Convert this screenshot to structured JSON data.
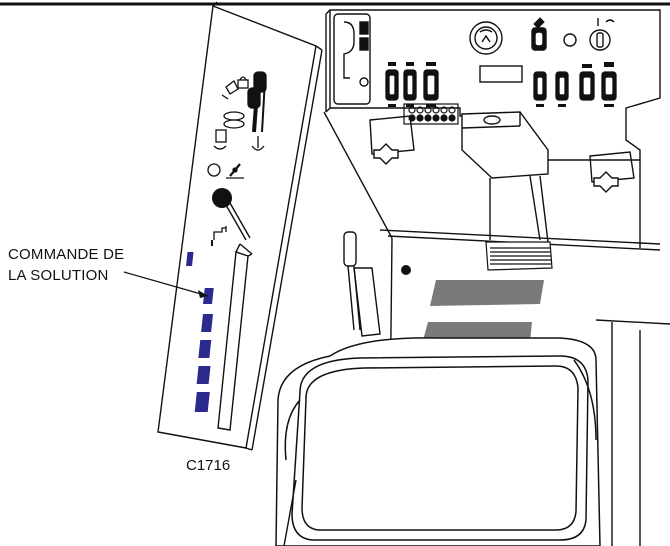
{
  "callout": {
    "line1": "COMMANDE DE",
    "line2": "LA SOLUTION"
  },
  "figure_code": "C1716",
  "colors": {
    "lever_segments": "#2b2b8f",
    "ink": "#111111",
    "pad_gray": "#7a7a7a"
  },
  "icons": [
    "brush-up-icon",
    "brush-down-icon",
    "squeegee-up-icon",
    "squeegee-down-icon",
    "solution-control-icon",
    "hour-meter-icon",
    "key-switch-icon",
    "horn-icon"
  ]
}
